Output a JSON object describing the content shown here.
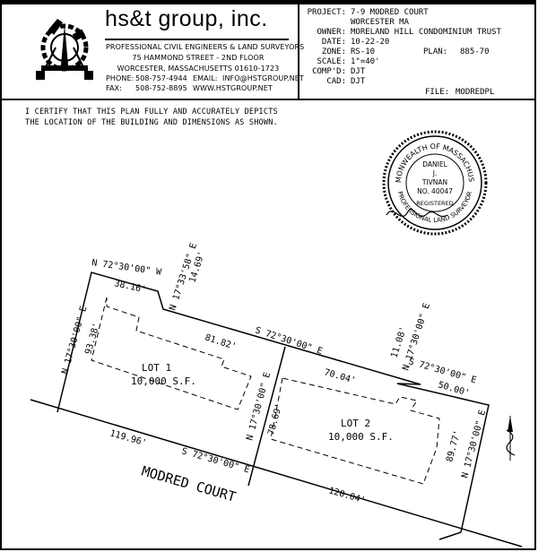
{
  "company": {
    "name": "hs&t group, inc.",
    "line1": "PROFESSIONAL CIVIL ENGINEERS & LAND SURVEYORS",
    "line2": "75 HAMMOND STREET - 2ND FLOOR",
    "line3": "WORCESTER, MASSACHUSETTS 01610-1723",
    "phone_label": "PHONE:",
    "phone": "508-757-4944",
    "email_label": "EMAIL:",
    "email": "INFO@HSTGROUP.NET",
    "fax_label": "FAX:",
    "fax": "508-752-8895",
    "web": "WWW.HSTGROUP.NET"
  },
  "project": {
    "project_label": "PROJECT:",
    "project": "7-9 MODRED COURT",
    "town": "WORCESTER MA",
    "owner_label": "OWNER:",
    "owner": "MORELAND HILL CONDOMINIUM TRUST",
    "date_label": "DATE:",
    "date": "10-22-20",
    "zone_label": "ZONE:",
    "zone": "RS-10",
    "plan_label": "PLAN:",
    "plan": "885-70",
    "scale_label": "SCALE:",
    "scale": "1\"=40'",
    "compd_label": "COMP'D:",
    "compd": "DJT",
    "cad_label": "CAD:",
    "cad": "DJT",
    "file_label": "FILE:",
    "file": "MODREDPL"
  },
  "certification": {
    "line1": "I CERTIFY THAT THIS PLAN FULLY AND ACCURATELY DEPICTS",
    "line2": "THE LOCATION OF THE BUILDING AND DIMENSIONS AS SHOWN."
  },
  "seal": {
    "ring_top": "COMMONWEALTH OF MASSACHUSETTS",
    "ring_bottom": "PROFESSIONAL LAND SURVEYOR",
    "first": "DANIEL",
    "middle": "J.",
    "last": "TIVNAN",
    "number": "NO. 40047",
    "registered": "REGISTERED"
  },
  "plan": {
    "street": "MODRED COURT",
    "lot1_name": "LOT 1",
    "lot1_area": "10,000 S.F.",
    "lot2_name": "LOT 2",
    "lot2_area": "10,000 S.F.",
    "bearing_n72_30w": "N 72°30'00\" W",
    "dist_38_16": "38.16'",
    "bearing_n17_33_58e": "N 17°33'58\" E",
    "dist_14_69": "14.69'",
    "bearing_w_n17_30e": "N 17°30'00\" E",
    "dist_93_38": "93.38'",
    "dist_81_82": "81.82'",
    "bearing_s72_30e_top": "S 72°30'00\" E",
    "dist_70_04": "70.04'",
    "dist_11_08": "11.08'",
    "bearing_n17_30e_jog": "N 17°30'00\" E",
    "bearing_s72_30e_right": "S 72°30'00\" E",
    "dist_50_00": "50.00'",
    "bearing_mid_n17_30e": "N 17°30'00\" E",
    "dist_78_69": "78.69'",
    "dist_89_77": "89.77'",
    "bearing_e_n17_30e": "N 17°30'00\" E",
    "dist_119_96": "119.96'",
    "bearing_s72_30e_street": "S 72°30'00\" E",
    "dist_120_04": "120.04'"
  }
}
